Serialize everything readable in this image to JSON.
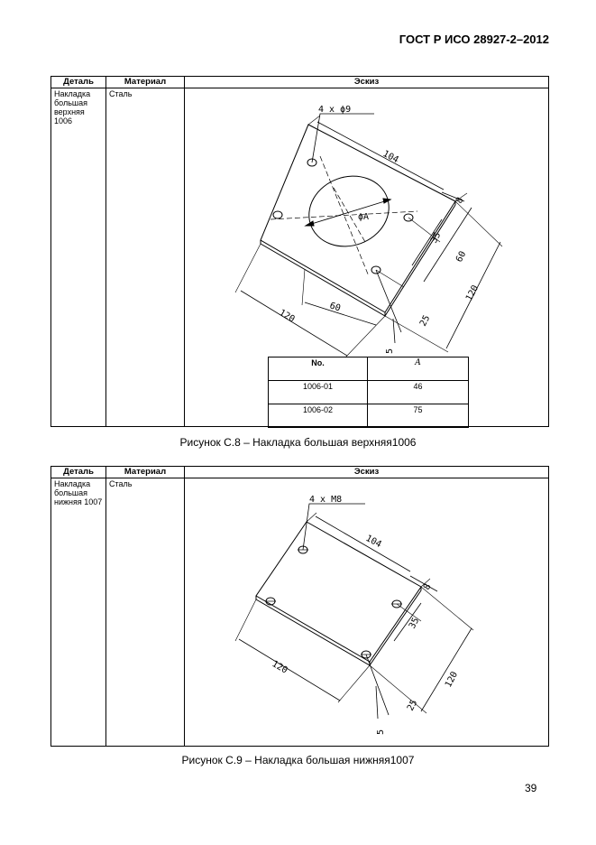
{
  "header": {
    "doc_code": "ГОСТ Р ИСО 28927-2–2012"
  },
  "columns": {
    "part": "Деталь",
    "material": "Материал",
    "sketch": "Эскиз"
  },
  "figure8": {
    "part_name": "Накладка большая верхняя 1006",
    "material": "Сталь",
    "hole_note": "4 x ϕ9",
    "dims": {
      "d104": "104",
      "d8": "8",
      "d35": "35",
      "d60r": "60",
      "d120r": "120",
      "d120b": "120",
      "d60b": "60",
      "d25": "25",
      "d5": "5",
      "dA": "ϕA"
    },
    "variant_table": {
      "headers": [
        "No.",
        "A"
      ],
      "rows": [
        [
          "1006-01",
          "46"
        ],
        [
          "1006-02",
          "75"
        ]
      ]
    },
    "caption": "Рисунок С.8 – Накладка большая верхняя1006"
  },
  "figure9": {
    "part_name": "Накладка большая нижняя 1007",
    "material": "Сталь",
    "hole_note": "4 x M8",
    "dims": {
      "d104": "104",
      "d8": "8",
      "d35": "35",
      "d120r": "120",
      "d120b": "120",
      "d25": "25",
      "d5": "5"
    },
    "caption": "Рисунок С.9 – Накладка большая нижняя1007"
  },
  "page_number": "39"
}
